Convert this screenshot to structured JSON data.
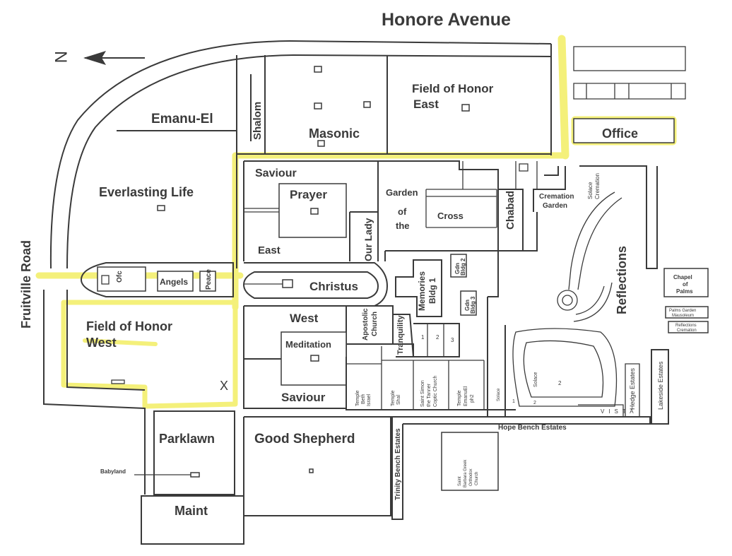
{
  "map": {
    "title": "Honore Avenue",
    "roads": {
      "fruitville": "Fruitville Road",
      "hope_bench": "Hope Bench Estates",
      "trinity_bench": "Trinity Bench Estates"
    },
    "compass": {
      "letter": "N"
    },
    "highlight_color": "#f4f07a",
    "ink_color": "#3a3a3a",
    "sections": {
      "emanu_el": "Emanu-El",
      "shalom": "Shalom",
      "masonic": "Masonic",
      "field_honor_east_1": "Field of Honor",
      "field_honor_east_2": "East",
      "office": "Office",
      "everlasting_life": "Everlasting Life",
      "saviour_top": "Saviour",
      "prayer": "Prayer",
      "east": "East",
      "our_lady": "Our Lady",
      "garden": "Garden",
      "of": "of",
      "the": "the",
      "cross": "Cross",
      "chabad": "Chabad",
      "cremation_garden_1": "Cremation",
      "cremation_garden_2": "Garden",
      "solace_cremation_1": "Solace",
      "solace_cremation_2": "Cremation",
      "reflections": "Reflections",
      "chapel_of_palms_1": "Chapel",
      "chapel_of_palms_2": "of",
      "chapel_of_palms_3": "Palms",
      "palms_garden_1": "Palms Garden",
      "palms_garden_2": "Mausoleum",
      "reflections_cremation_1": "Reflections",
      "reflections_cremation_2": "Cremation",
      "lakeside_estates": "Lakeside Estates",
      "angels": "Angels",
      "peace": "Peace",
      "ofc": "Ofc",
      "christus": "Christus",
      "memories_1": "Memories",
      "memories_2": "Bldg 1",
      "gdn_bldg_2_1": "Gdn",
      "gdn_bldg_2_2": "Bldg 2",
      "gdn_bldg_3_1": "Gdn",
      "gdn_bldg_3_2": "Bldg 3",
      "field_honor_west_1": "Field of Honor",
      "field_honor_west_2": "West",
      "west": "West",
      "meditation": "Meditation",
      "saviour_bottom": "Saviour",
      "apostolic_1": "Apostolic",
      "apostolic_2": "Church",
      "tranquility": "Tranquility",
      "num_1": "1",
      "num_2": "2",
      "num_3": "3",
      "temple_beth_1": "Temple",
      "temple_beth_2": "Beth",
      "temple_beth_3": "Israel",
      "temple_shal_1": "Temple",
      "temple_shal_2": "Shal",
      "simon_1": "Saint Simon",
      "simon_2": "the Tanner",
      "simon_3": "Coptic Church",
      "emanuel_ph2_1": "Temple",
      "emanuel_ph2_2": "EmanuEl",
      "emanuel_ph2_3": "ph2",
      "solace_small": "Solace",
      "solace_mid": "Solace",
      "num_a1": "1",
      "num_a2": "2",
      "num_b2": "2",
      "hedge_estates": "Hedge Estates",
      "vista": "VISTA",
      "parklawn": "Parklawn",
      "good_shepherd": "Good Shepherd",
      "babyland": "Babyland",
      "maint": "Maint",
      "greek_1": "Saint",
      "greek_2": "Barbara Greek",
      "greek_3": "Orthodox",
      "greek_4": "Church",
      "x_marker": "X"
    }
  }
}
